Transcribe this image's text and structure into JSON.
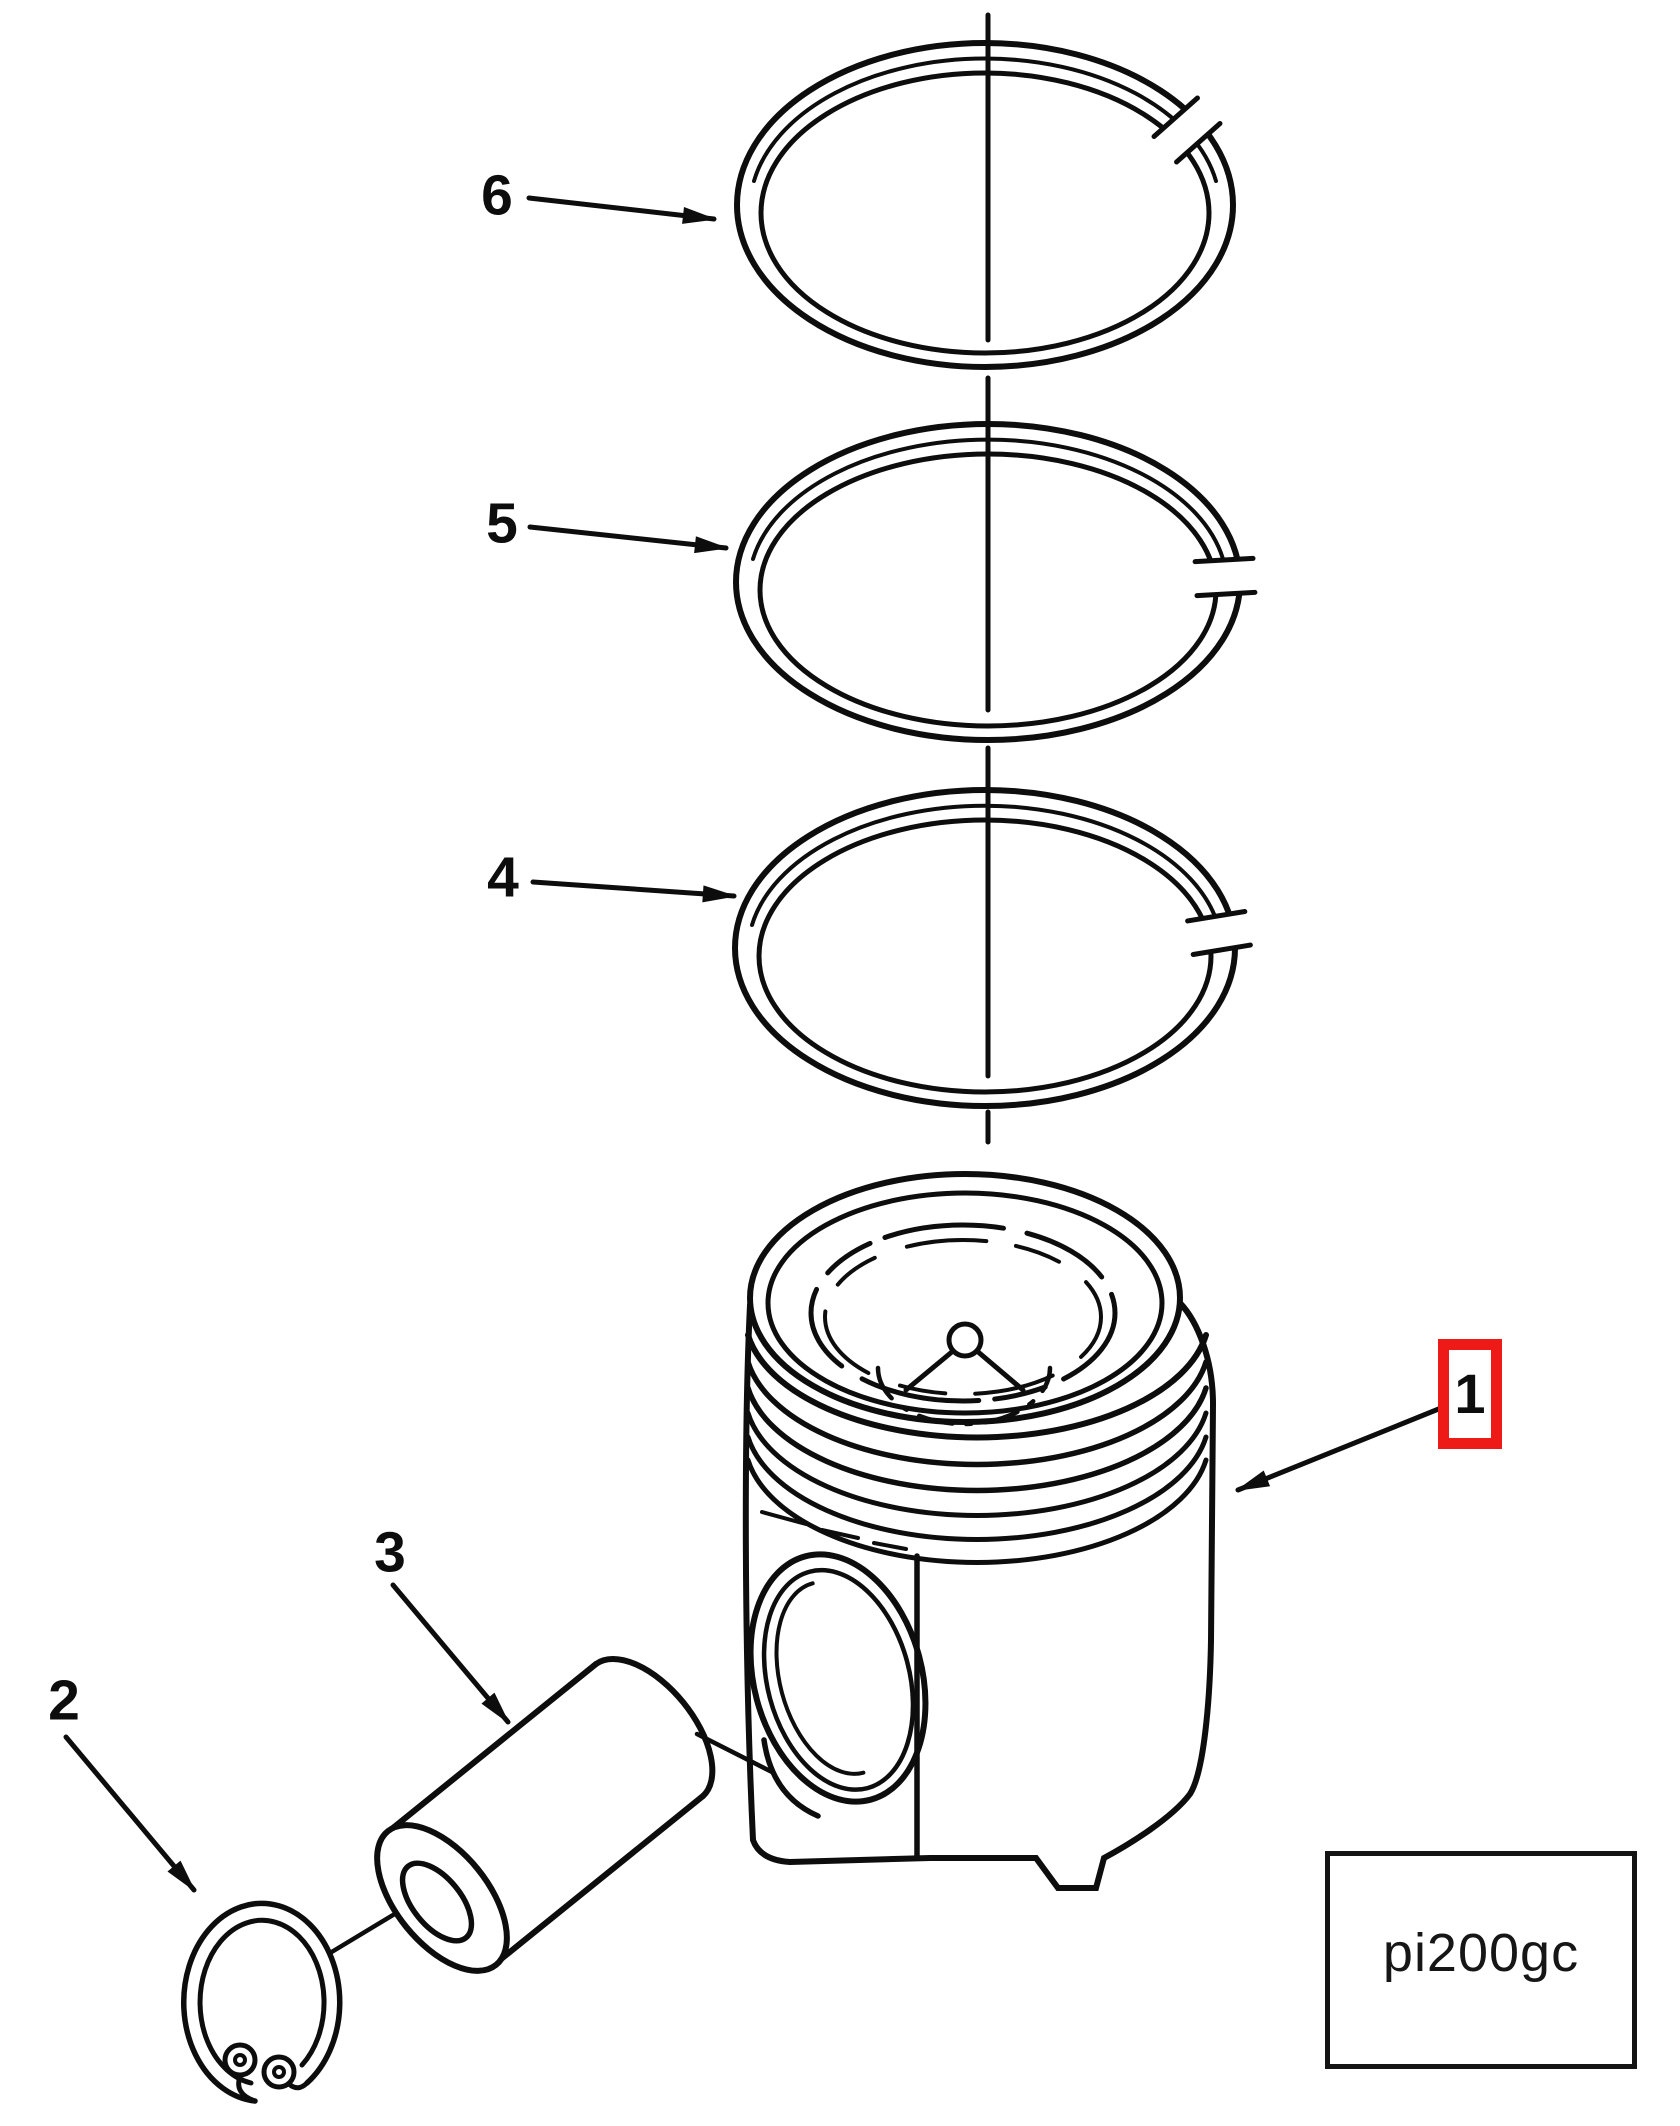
{
  "diagram": {
    "image_code": "pi200gc",
    "colors": {
      "line": "#0d0d0d",
      "background": "#ffffff",
      "highlight_red": "#ed1a17"
    },
    "callouts": {
      "n1": "1",
      "n2": "2",
      "n3": "3",
      "n4": "4",
      "n5": "5",
      "n6": "6"
    }
  }
}
